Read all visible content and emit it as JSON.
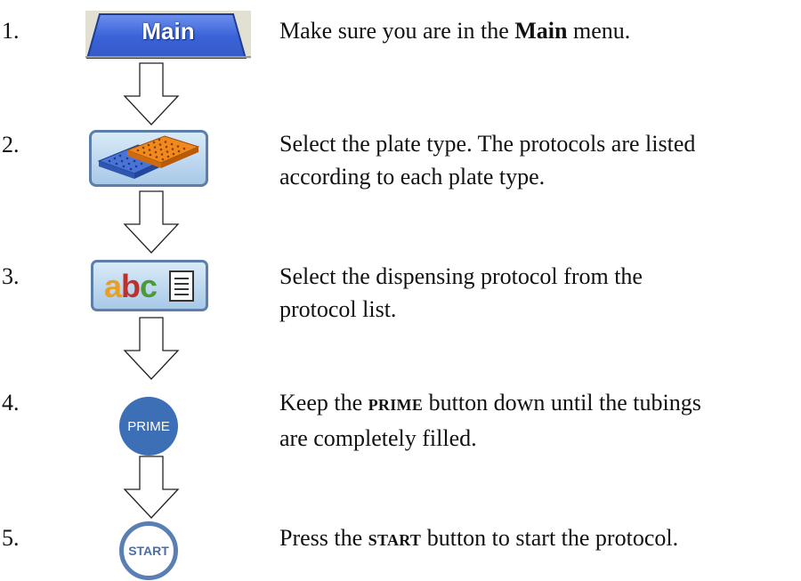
{
  "steps": [
    {
      "number": "1.",
      "icon": "main-tab-icon",
      "icon_label": "Main",
      "text_before": "Make sure you are in the ",
      "text_bold": "Main",
      "text_after": " menu."
    },
    {
      "number": "2.",
      "icon": "plate-type-icon",
      "line1": "Select the plate type. The protocols are listed",
      "line2": "according to each plate type."
    },
    {
      "number": "3.",
      "icon": "protocol-list-icon",
      "icon_label": "abc",
      "line1": "Select the dispensing protocol from the",
      "line2": "protocol list."
    },
    {
      "number": "4.",
      "icon": "prime-button-icon",
      "icon_label": "PRIME",
      "text_before": "Keep the ",
      "text_bold": "PRIME",
      "text_after": " button down until the tubings",
      "line2": "are completely filled."
    },
    {
      "number": "5.",
      "icon": "start-button-icon",
      "icon_label": "START",
      "text_before": "Press the ",
      "text_bold": "START",
      "text_after": " button to start the protocol."
    }
  ],
  "arrows": [
    "down-arrow-icon",
    "down-arrow-icon",
    "down-arrow-icon",
    "down-arrow-icon"
  ],
  "colors": {
    "tab_fill": "#3a63d8",
    "button_border": "#5b7fa8",
    "prime_fill": "#3d6fb6",
    "start_ring": "#5a7fb4"
  }
}
